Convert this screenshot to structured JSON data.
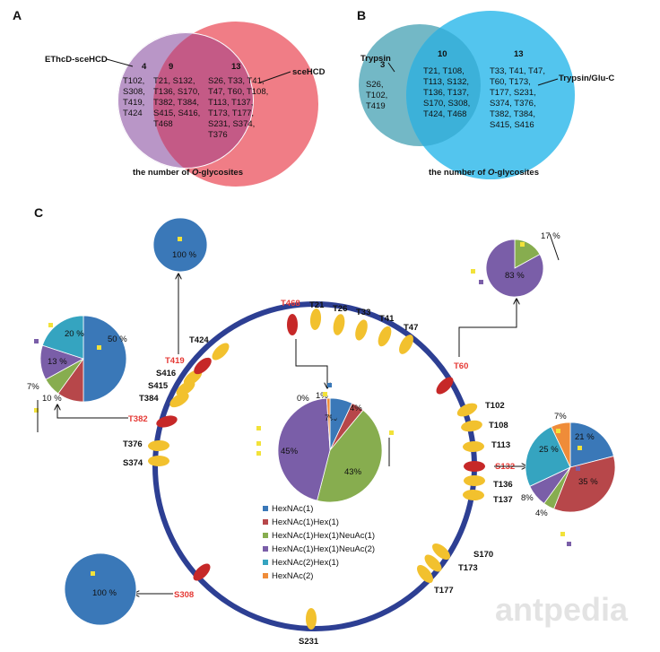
{
  "panel_a": {
    "letter": "A",
    "left_name": "EThcD-sceHCD",
    "right_name": "sceHCD",
    "counts": [
      "4",
      "9",
      "13"
    ],
    "left_only": [
      "T102,",
      "S308,",
      "T419,",
      "T424"
    ],
    "overlap": [
      "T21, S132,",
      "T136, S170,",
      "T382, T384,",
      "S415, S416,",
      "T468"
    ],
    "right_only": [
      "S26, T33, T41,",
      "T47, T60, T108,",
      "T113, T137,",
      "T173, T177,",
      "S231, S374,",
      "T376"
    ],
    "caption_prefix": "the number of ",
    "caption_italic": "O",
    "caption_suffix": "-glycosites",
    "colors": {
      "left": "#b996c7",
      "overlap": "#c45a86",
      "right": "#f07d86"
    }
  },
  "panel_b": {
    "letter": "B",
    "left_name": "Trypsin",
    "right_name": "Trypsin/Glu-C",
    "counts": [
      "3",
      "10",
      "13"
    ],
    "left_only": [
      "S26,",
      "T102,",
      "T419"
    ],
    "overlap": [
      "T21, T108,",
      "T113, S132,",
      "T136, T137,",
      "S170, S308,",
      "T424, T468"
    ],
    "right_only": [
      "T33, T41, T47,",
      "T60, T173,",
      "T177, S231,",
      "S374, T376,",
      "T382, T384,",
      "S415, S416"
    ],
    "caption_prefix": "the number of ",
    "caption_italic": "O",
    "caption_suffix": "-glycosites",
    "colors": {
      "left": "#73b8c6",
      "overlap": "#3cb1d9",
      "right": "#53c5ee"
    }
  },
  "panel_c": {
    "letter": "C",
    "backbone_color": "#2d3f93",
    "site_colors": {
      "normal": "#f2c12e",
      "highlight": "#c62828"
    },
    "sites": [
      {
        "label": "T468",
        "red": true
      },
      {
        "label": "T21",
        "red": false
      },
      {
        "label": "T26",
        "red": false
      },
      {
        "label": "T33",
        "red": false
      },
      {
        "label": "T41",
        "red": false
      },
      {
        "label": "T47",
        "red": false
      },
      {
        "label": "T60",
        "red": true
      },
      {
        "label": "T102",
        "red": false
      },
      {
        "label": "T108",
        "red": false
      },
      {
        "label": "T113",
        "red": false
      },
      {
        "label": "S132",
        "red": true
      },
      {
        "label": "T136",
        "red": false
      },
      {
        "label": "T137",
        "red": false
      },
      {
        "label": "S170",
        "red": false
      },
      {
        "label": "T173",
        "red": false
      },
      {
        "label": "T177",
        "red": false
      },
      {
        "label": "S231",
        "red": false
      },
      {
        "label": "S308",
        "red": true
      },
      {
        "label": "S374",
        "red": false
      },
      {
        "label": "T376",
        "red": false
      },
      {
        "label": "T382",
        "red": true
      },
      {
        "label": "T384",
        "red": false
      },
      {
        "label": "S415",
        "red": false
      },
      {
        "label": "S416",
        "red": false
      },
      {
        "label": "T419",
        "red": true
      },
      {
        "label": "T424",
        "red": false
      }
    ],
    "legend": [
      {
        "label": "HexNAc(1)",
        "color": "#3a78b8"
      },
      {
        "label": "HexNAc(1)Hex(1)",
        "color": "#b7474a"
      },
      {
        "label": "HexNAc(1)Hex(1)NeuAc(1)",
        "color": "#87ad4f"
      },
      {
        "label": "HexNAc(1)Hex(1)NeuAc(2)",
        "color": "#7a5ea8"
      },
      {
        "label": "HexNAc(2)Hex(1)",
        "color": "#35a4c0"
      },
      {
        "label": "HexNAc(2)",
        "color": "#ef8c39"
      }
    ],
    "pies": [
      {
        "site": "T419",
        "values": [
          100,
          0,
          0,
          0,
          0,
          0
        ],
        "labels": [
          "100 %"
        ]
      },
      {
        "site": "T382",
        "values": [
          50,
          10,
          7,
          13,
          20,
          0
        ],
        "labels": [
          "50 %",
          "10 %",
          "7%",
          "13 %",
          "20 %"
        ]
      },
      {
        "site": "T60",
        "values": [
          0,
          0,
          17,
          83,
          0,
          0
        ],
        "labels": [
          "17 %",
          "83 %"
        ]
      },
      {
        "site": "T468",
        "values": [
          7,
          4,
          43,
          45,
          0,
          1
        ],
        "labels": [
          "7%",
          "4%",
          "43%",
          "45%",
          "0%",
          "1%"
        ]
      },
      {
        "site": "S132",
        "values": [
          21,
          35,
          4,
          8,
          25,
          7
        ],
        "labels": [
          "21 %",
          "35 %",
          "4%",
          "8%",
          "25 %",
          "7%"
        ]
      },
      {
        "site": "S308",
        "values": [
          100,
          0,
          0,
          0,
          0,
          0
        ],
        "labels": [
          "100 %"
        ]
      }
    ]
  },
  "watermark": "antpedia"
}
